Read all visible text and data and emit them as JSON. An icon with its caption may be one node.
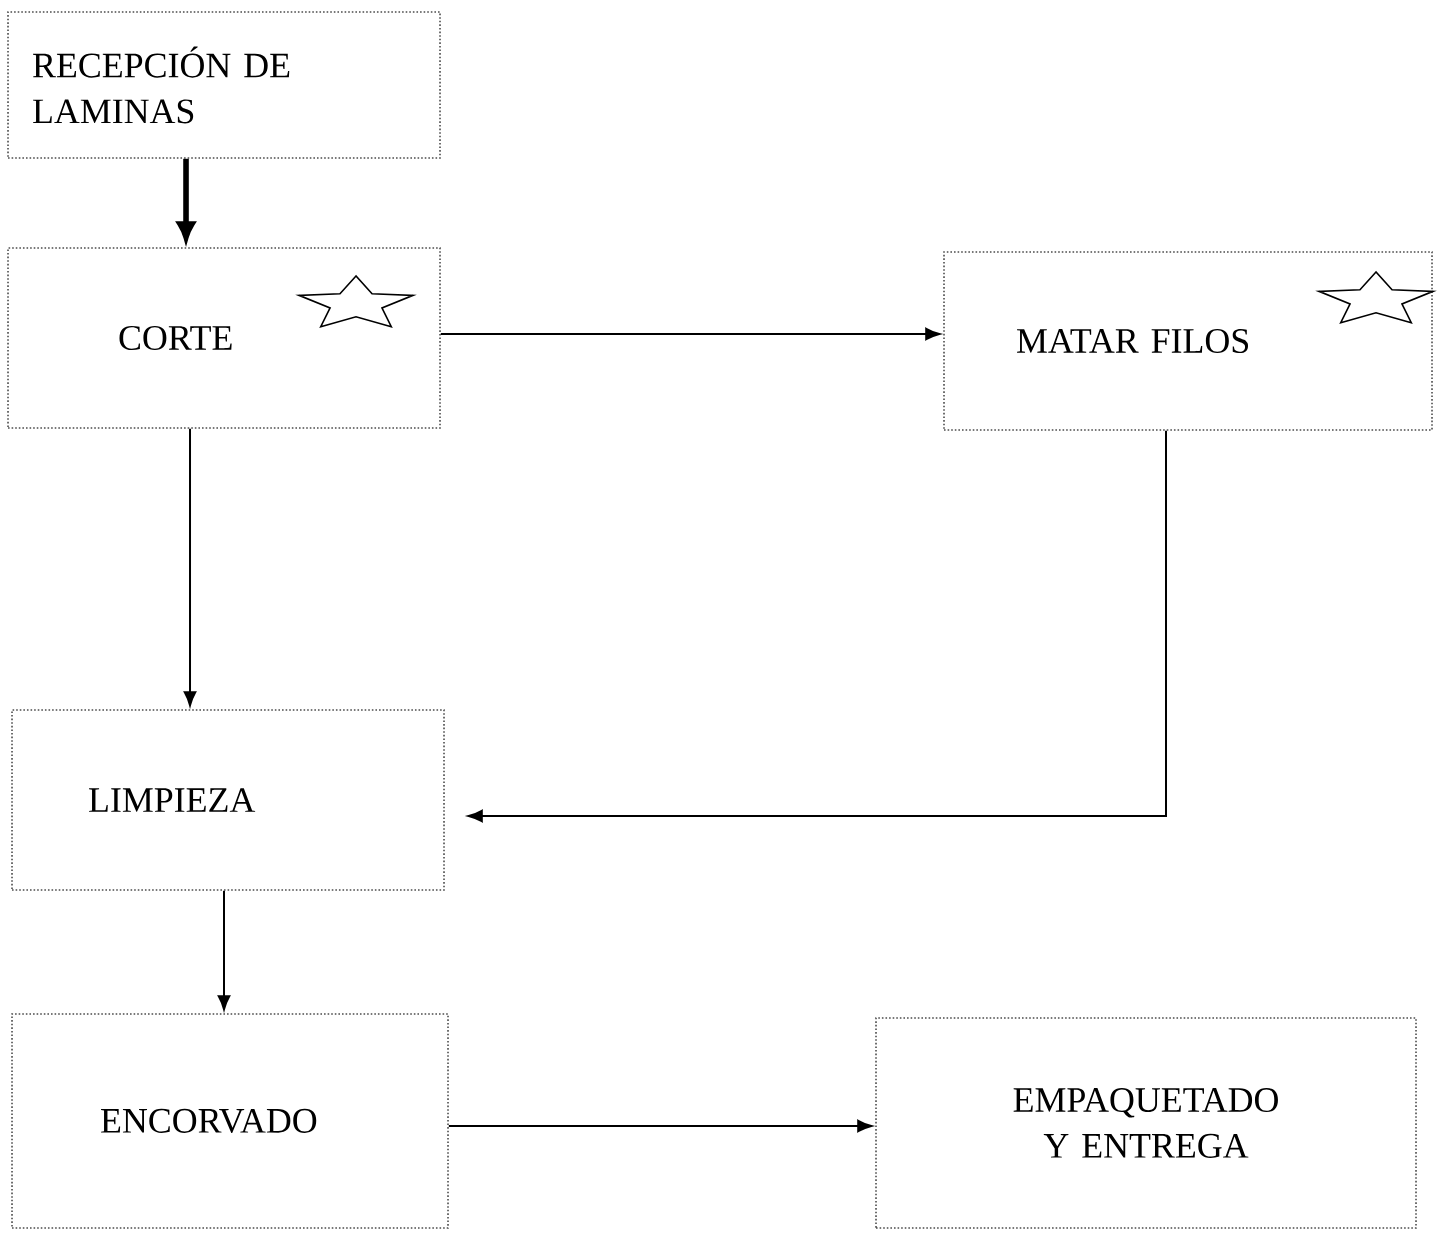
{
  "diagram": {
    "nodes": [
      {
        "text": [
          "RECEPCIÓN DE LAMINAS"
        ]
      },
      {
        "text": [
          "CORTE"
        ]
      },
      {
        "text": [
          "MATAR FILOS"
        ]
      },
      {
        "text": [
          "LIMPIEZA"
        ]
      },
      {
        "text": [
          "ENCORVADO"
        ]
      },
      {
        "text": [
          "EMPAQUETADO Y ENTREGA"
        ]
      }
    ],
    "edges": [
      {
        "from": 0,
        "to": 1,
        "arrow": "to",
        "style": "thick"
      },
      {
        "from": 1,
        "to": 2,
        "arrow": "to"
      },
      {
        "from": 1,
        "to": 3,
        "arrow": "to"
      },
      {
        "from": 2,
        "to": 3,
        "arrow": "to"
      },
      {
        "from": 3,
        "to": 4,
        "arrow": "to"
      },
      {
        "from": 4,
        "to": 5,
        "arrow": "to"
      }
    ]
  }
}
